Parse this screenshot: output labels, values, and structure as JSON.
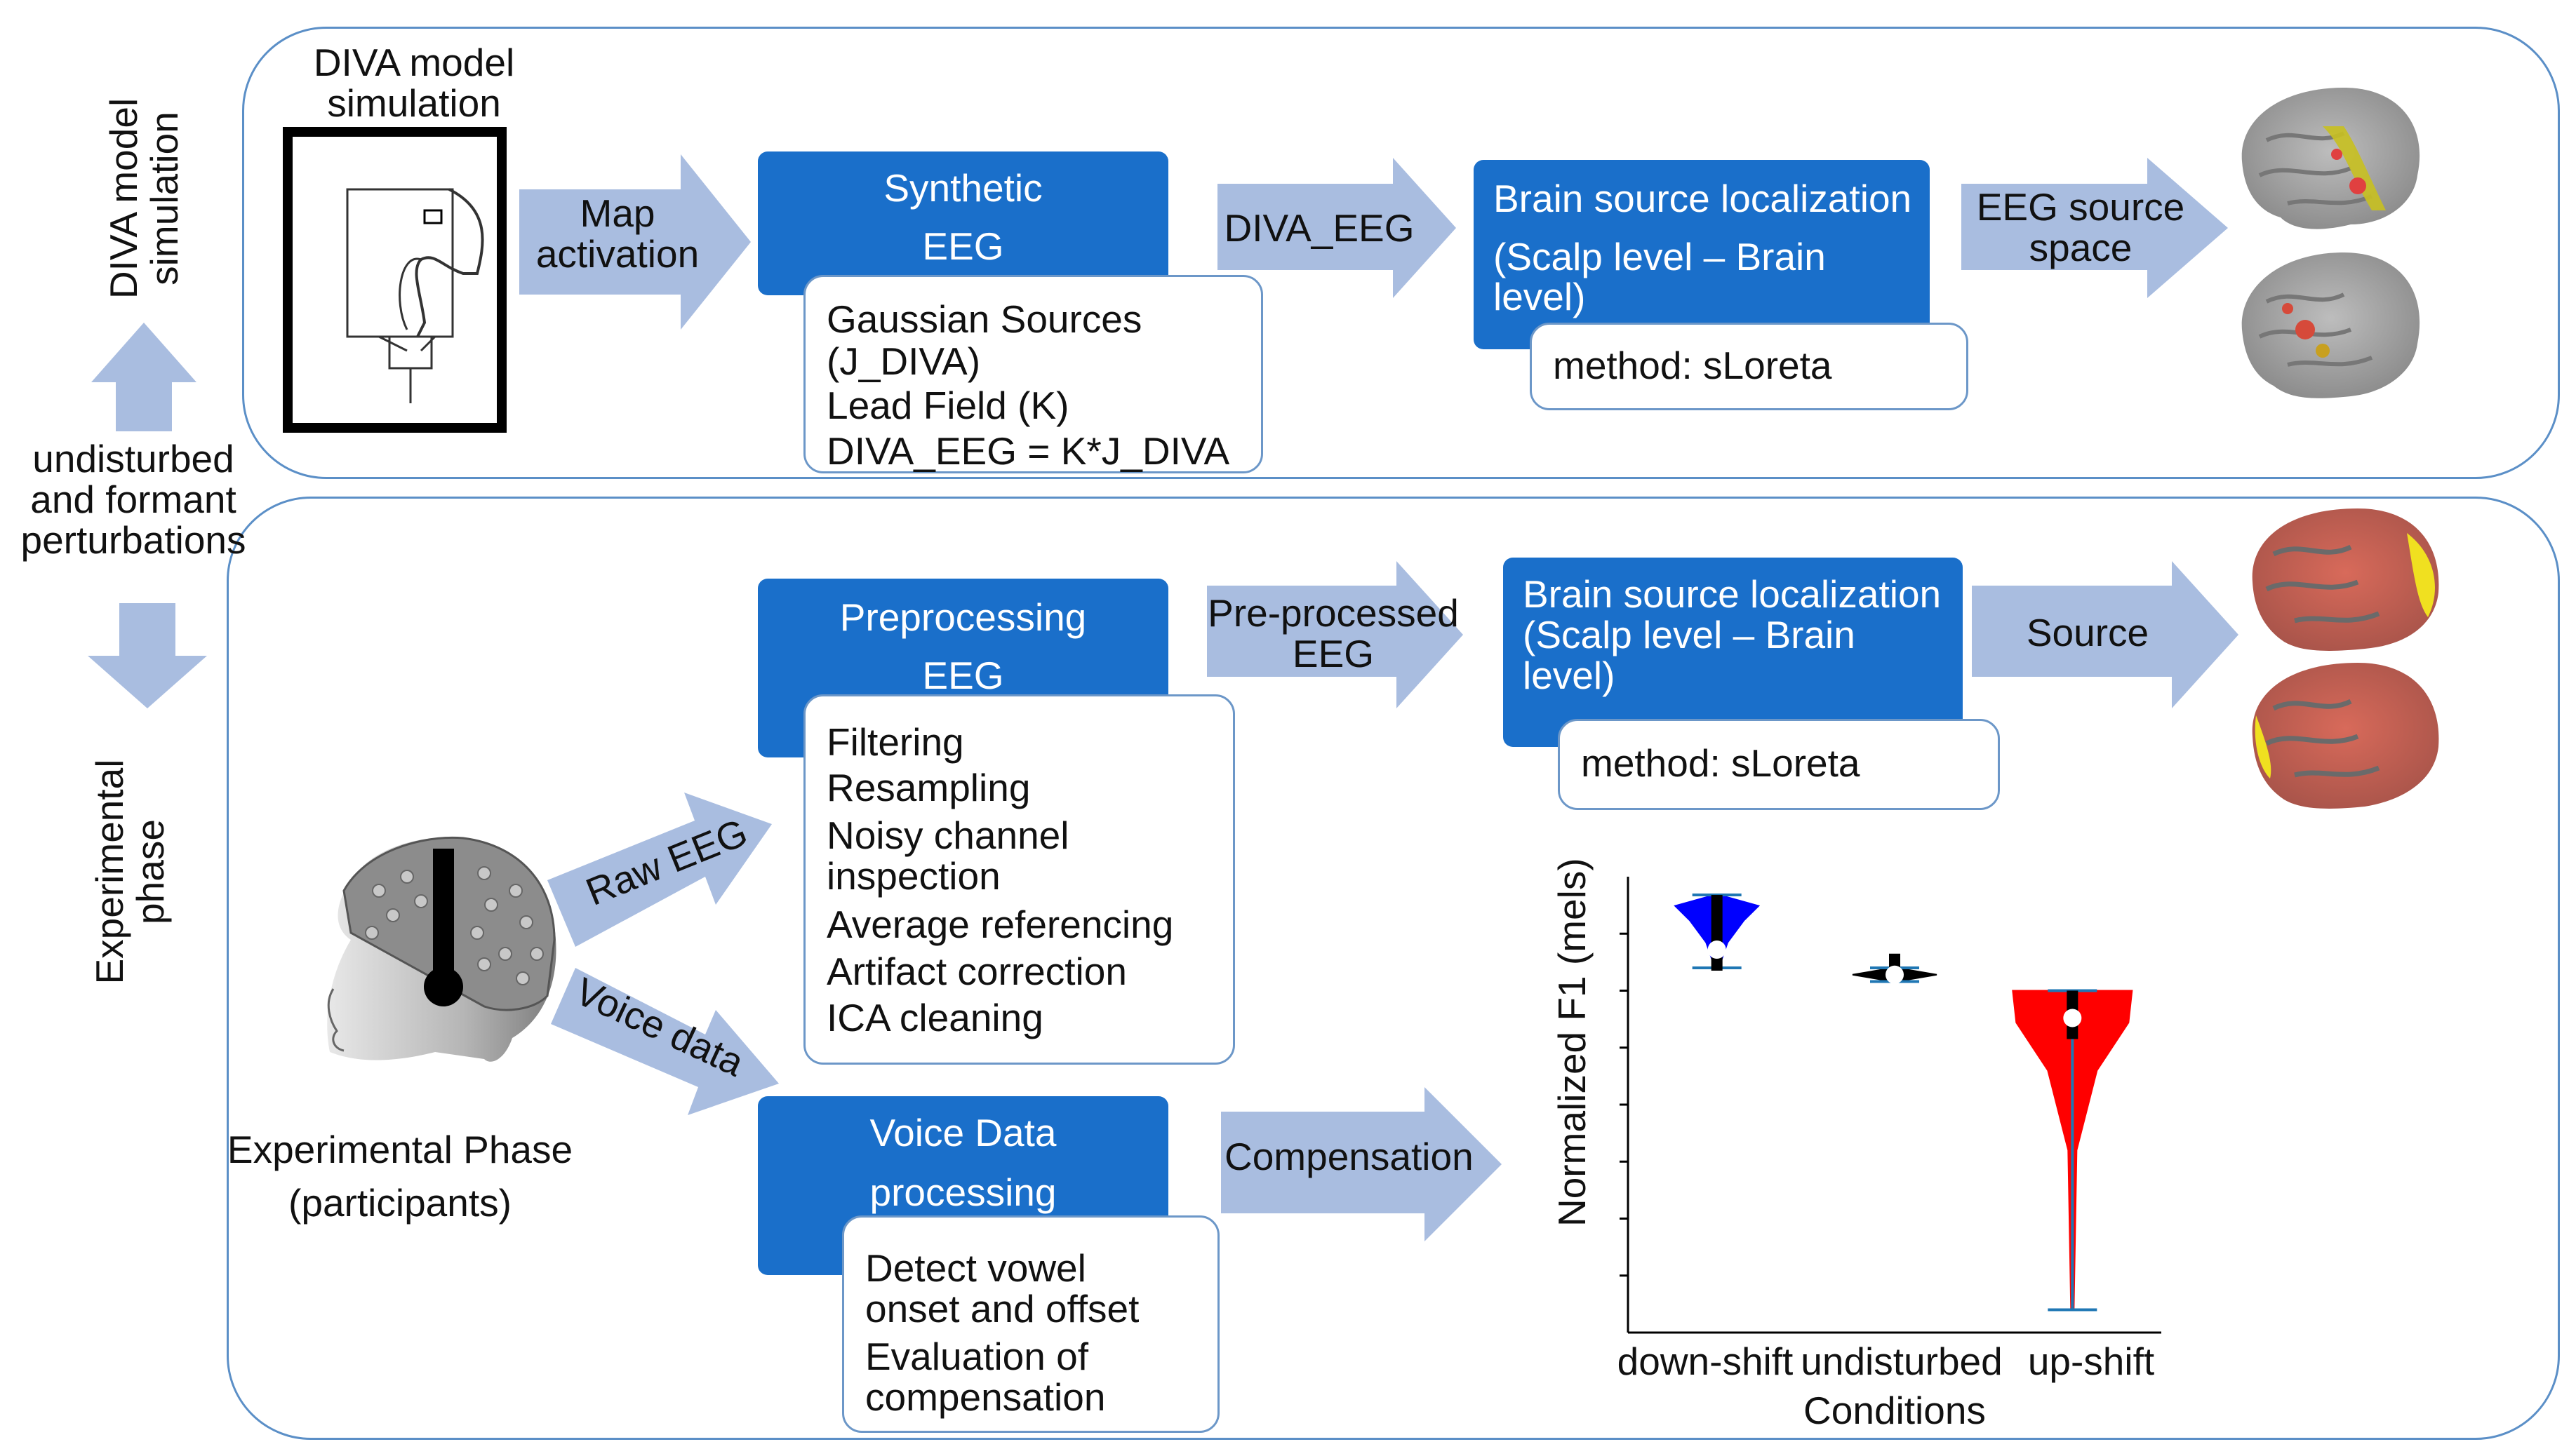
{
  "side": {
    "top_label": [
      "DIVA model",
      "simulation"
    ],
    "middle_label": [
      "undisturbed",
      "and formant",
      "perturbations"
    ],
    "bottom_label": [
      "Experimental",
      "phase"
    ]
  },
  "top": {
    "diva_title": [
      "DIVA model",
      "simulation"
    ],
    "arrow_map": [
      "Map",
      "activation"
    ],
    "synth_box": {
      "title": [
        "Synthetic",
        "EEG"
      ]
    },
    "synth_detail": [
      "Gaussian Sources",
      "(J_DIVA)",
      "Lead Field (K)",
      "DIVA_EEG = K*J_DIVA"
    ],
    "arrow_diva_eeg": "DIVA_EEG",
    "bsl_box": {
      "title": [
        "Brain source localization",
        "(Scalp level – Brain",
        "level)"
      ]
    },
    "bsl_method": "method: sLoreta",
    "arrow_eeg_source": [
      "EEG source",
      "space"
    ]
  },
  "bottom": {
    "arrow_raw": "Raw EEG",
    "arrow_voice": "Voice data",
    "participant_caption": [
      "Experimental Phase",
      "(participants)"
    ],
    "prep_box": {
      "title": [
        "Preprocessing",
        "EEG"
      ]
    },
    "prep_detail": [
      "Filtering",
      "Resampling",
      "Noisy channel",
      "inspection",
      "Average referencing",
      "Artifact correction",
      "ICA cleaning"
    ],
    "arrow_preprocessed": [
      "Pre-processed",
      "EEG"
    ],
    "bsl_box": {
      "title": [
        "Brain source localization",
        "(Scalp level – Brain",
        "level)"
      ]
    },
    "bsl_method": "method: sLoreta",
    "arrow_source": "Source",
    "voice_box": {
      "title": [
        "Voice Data",
        "processing"
      ]
    },
    "voice_detail": [
      "Detect vowel",
      "onset and offset",
      "Evaluation of",
      "compensation"
    ],
    "arrow_comp": "Compensation"
  },
  "colors": {
    "panel_border": "#5b8fc7",
    "blue_box": "#1a6fca",
    "arrow": "#a9bde0",
    "down_shift": "#0000ff",
    "undisturbed": "#000000",
    "up_shift": "#ff0000",
    "whisker": "#1f77b4"
  },
  "chart_data": {
    "type": "violin",
    "categories": [
      "down-shift",
      "undisturbed",
      "up-shift"
    ],
    "xlabel": "Conditions",
    "ylabel": "Normalized F1 (mels)",
    "yticks_labeled": false,
    "series": [
      {
        "category": "down-shift",
        "min": 0.8,
        "max": 0.96,
        "median": 0.84,
        "color": "#0000ff"
      },
      {
        "category": "undisturbed",
        "min": 0.77,
        "max": 0.8,
        "median": 0.785,
        "color": "#000000"
      },
      {
        "category": "up-shift",
        "min": 0.05,
        "max": 0.75,
        "median": 0.69,
        "color": "#ff0000"
      }
    ],
    "ylim": [
      0,
      1
    ]
  }
}
